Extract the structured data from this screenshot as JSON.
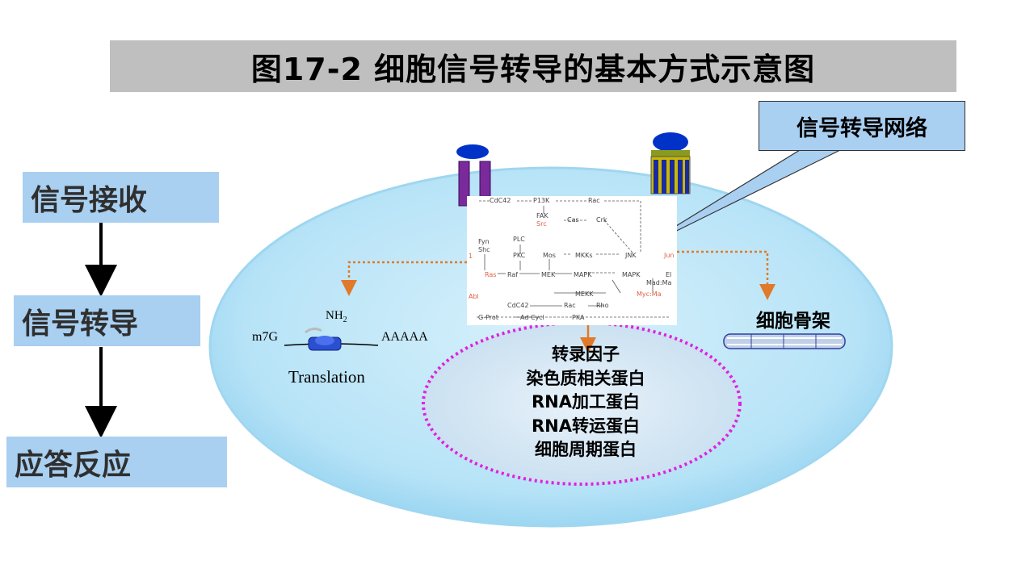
{
  "title": "图17-2 细胞信号转导的基本方式示意图",
  "steps": [
    "信号接收",
    "信号转导",
    "应答反应"
  ],
  "callout": "信号转导网络",
  "cytoskeleton_label": "细胞骨架",
  "translation": {
    "nh2": "NH",
    "nh2_sub": "2",
    "cap": "m7G",
    "poly_a": "AAAAA",
    "caption": "Translation"
  },
  "nucleus_proteins": [
    "转录因子",
    "染色质相关蛋白",
    "RNA加工蛋白",
    "RNA转运蛋白",
    "细胞周期蛋白"
  ],
  "network": {
    "nodes": {
      "cdc42_top": "CdC42",
      "p13k": "P13K",
      "rac_top": "Rac",
      "fak": "FAK",
      "src": "Src",
      "cas": "Cas",
      "crk": "Crk",
      "fyn": "Fyn",
      "shc": "Shc",
      "plc": "PLC",
      "pkc": "PKC",
      "mos": "Mos",
      "mkks": "MKKs",
      "jnk": "JNK",
      "jun": "Jun",
      "ras": "Ras",
      "raf": "Raf",
      "mek": "MEK",
      "mapk_a": "MAPK",
      "mapk_b": "MAPK",
      "elk": "El",
      "madmax": "Mad:Ma",
      "mekk": "MEKK",
      "mycmax": "Myc:Ma",
      "abl": "Abl",
      "one": "1",
      "cdc42_bot": "CdC42",
      "rac_bot": "Rac",
      "rho": "Rho",
      "gprot": "G-Prot",
      "adcycl": "Ad Cycl",
      "pka": "PKA"
    }
  },
  "colors": {
    "step_fill": "#a9cff1",
    "title_fill": "#bfbfbf",
    "cell_fill": "#b7e3f7",
    "nucleus_border": "#e020e0",
    "arrow_orange": "#e07a2a",
    "receptor_purple": "#7a2a9a",
    "receptor_head": "#0032c8"
  }
}
